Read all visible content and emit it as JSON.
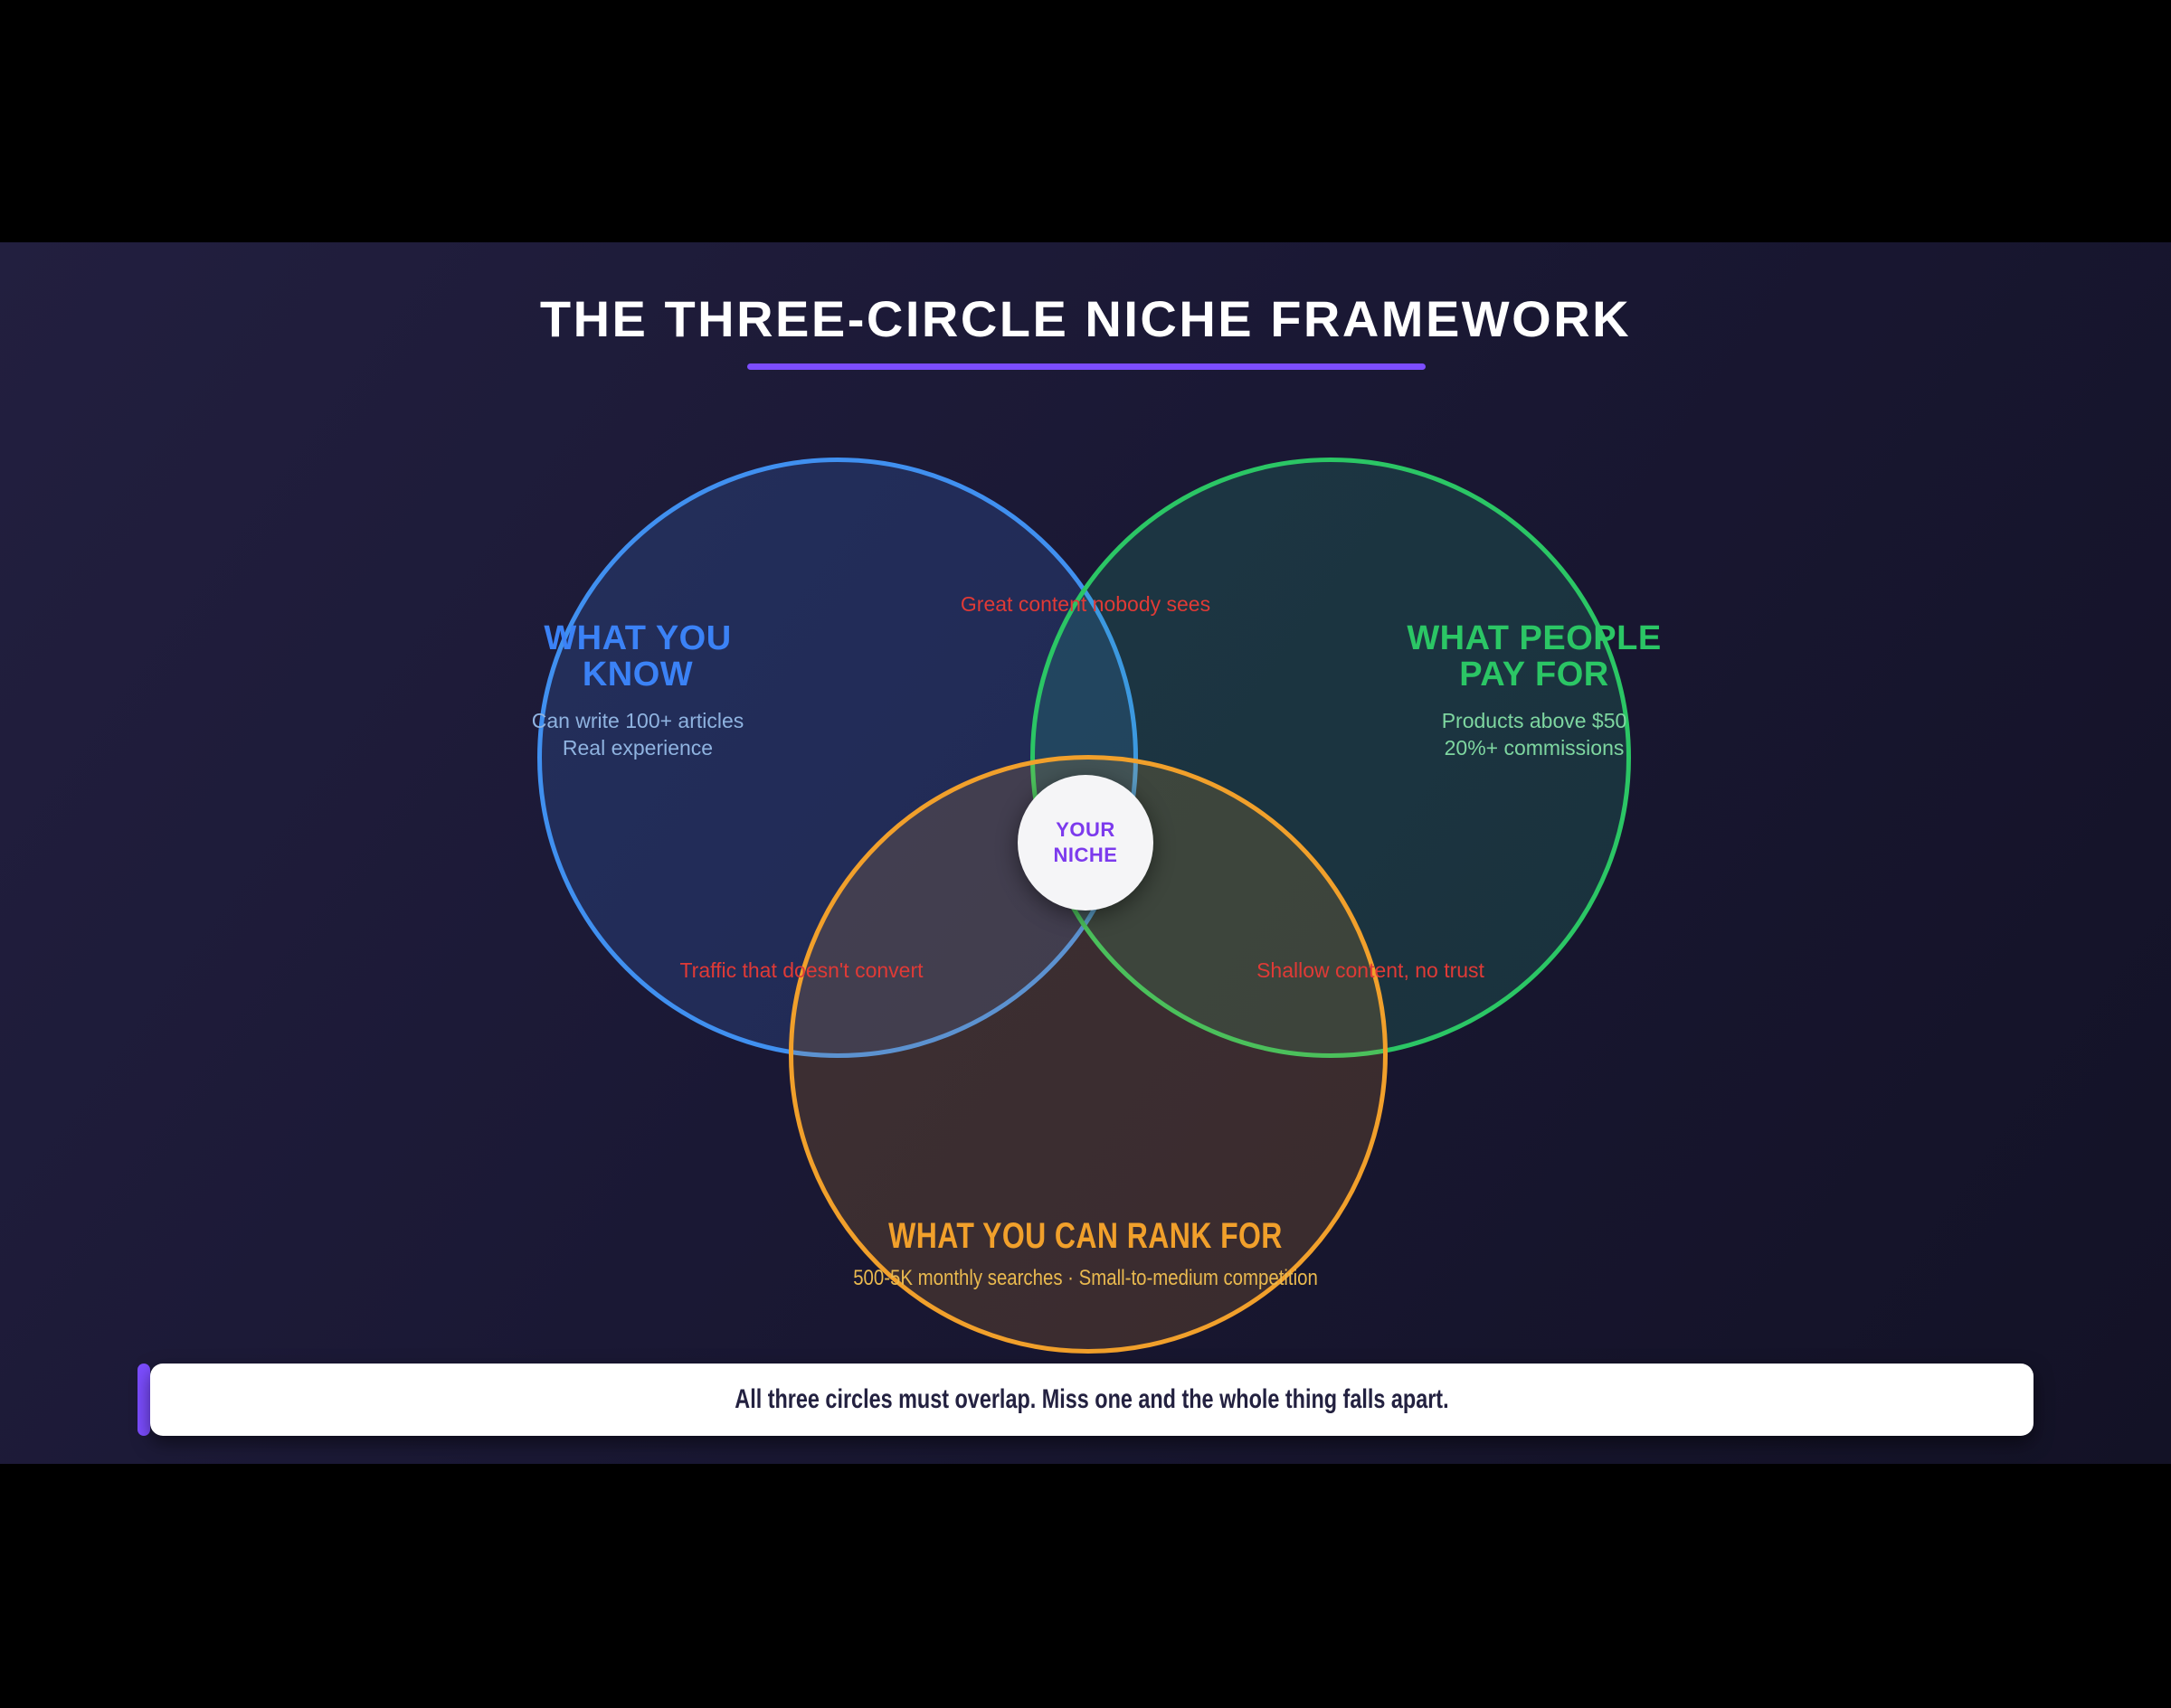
{
  "title": "THE THREE-CIRCLE NICHE FRAMEWORK",
  "colors": {
    "accent_purple": "#7c4dff",
    "niche_purple": "#7c3aed",
    "blue": "#4090f0",
    "blue_title": "#3b82f6",
    "blue_sub": "#8fb3e0",
    "green": "#2bc665",
    "green_sub": "#7ed6a0",
    "orange": "#f1a02b",
    "orange_sub": "#e9b94f",
    "red": "#e03a36",
    "banner_text": "#232140",
    "bg_light": "#221f3f",
    "bg_mid": "#1a1834",
    "bg_dark": "#131226"
  },
  "circles": {
    "know": {
      "title_line1": "WHAT YOU",
      "title_line2": "KNOW",
      "sub1": "Can write 100+ articles",
      "sub2": "Real experience"
    },
    "pay": {
      "title_line1": "WHAT PEOPLE",
      "title_line2": "PAY FOR",
      "sub1": "Products above $50",
      "sub2": "20%+ commissions"
    },
    "rank": {
      "title": "WHAT YOU CAN RANK FOR",
      "sub": "500-5K monthly searches · Small-to-medium competition"
    }
  },
  "overlaps": {
    "know_pay": "Great content nobody sees",
    "know_rank": "Traffic that doesn't convert",
    "pay_rank": "Shallow content, no trust"
  },
  "center": {
    "line1": "YOUR",
    "line2": "NICHE"
  },
  "banner": {
    "text": "All three circles must overlap. Miss one and the whole thing falls apart."
  }
}
